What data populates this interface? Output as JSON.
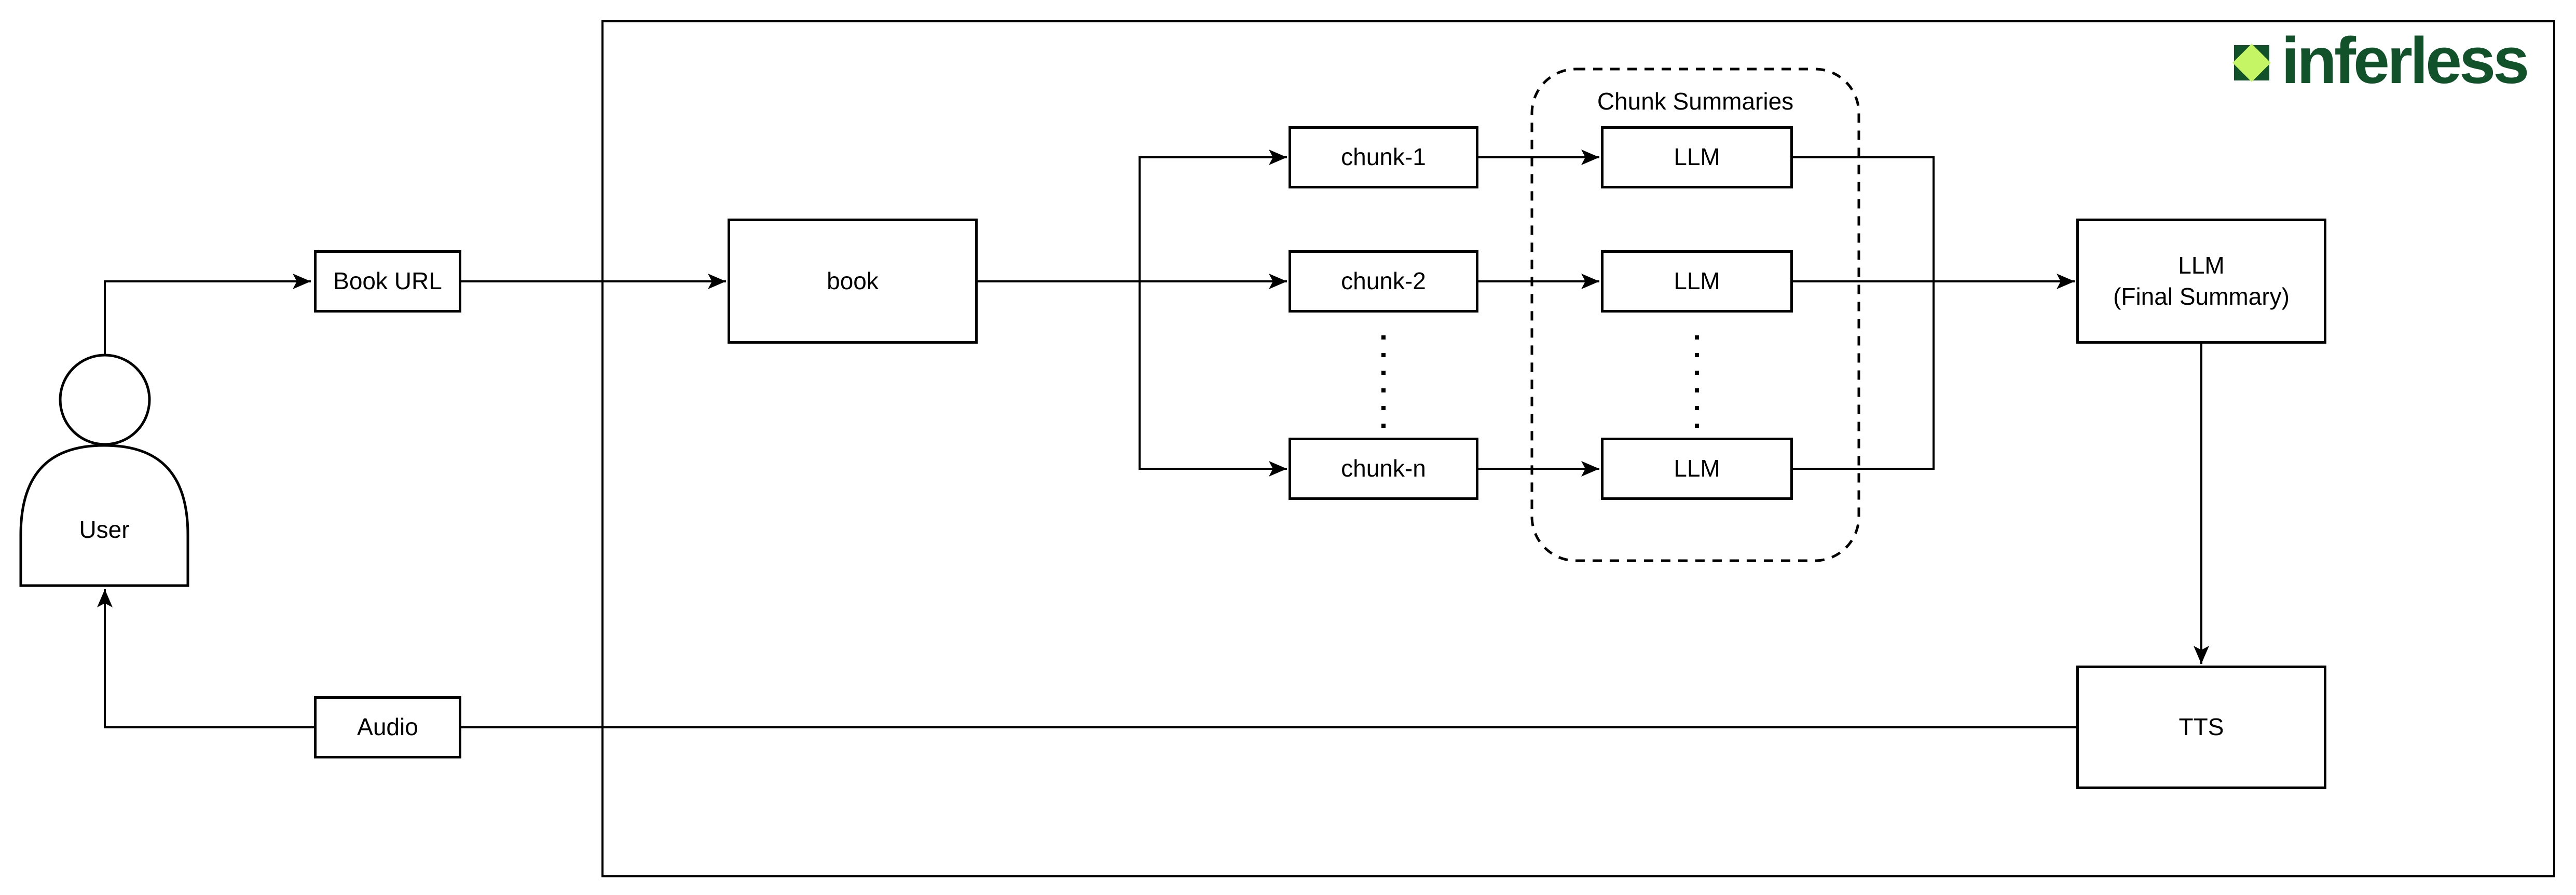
{
  "diagram_type": "flowchart",
  "logo": {
    "text": "inferless",
    "icon": "inferless-diamond-icon",
    "green": "#11522b",
    "lime": "#c5f464"
  },
  "group": {
    "label": "Chunk Summaries"
  },
  "nodes": {
    "user": {
      "label": "User"
    },
    "book_url": {
      "label": "Book URL"
    },
    "book": {
      "label": "book"
    },
    "chunk_1": {
      "label": "chunk-1"
    },
    "chunk_2": {
      "label": "chunk-2"
    },
    "chunk_n": {
      "label": "chunk-n"
    },
    "llm_1": {
      "label": "LLM"
    },
    "llm_2": {
      "label": "LLM"
    },
    "llm_n": {
      "label": "LLM"
    },
    "llm_final": {
      "label": "LLM\n(Final Summary)"
    },
    "tts": {
      "label": "TTS"
    },
    "audio": {
      "label": "Audio"
    }
  },
  "edges": [
    {
      "from": "user",
      "to": "book_url",
      "arrow": true
    },
    {
      "from": "book_url",
      "to": "book",
      "arrow": true
    },
    {
      "from": "book",
      "to": "chunk_1",
      "arrow": true
    },
    {
      "from": "book",
      "to": "chunk_2",
      "arrow": true
    },
    {
      "from": "book",
      "to": "chunk_n",
      "arrow": true
    },
    {
      "from": "chunk_1",
      "to": "llm_1",
      "arrow": true
    },
    {
      "from": "chunk_2",
      "to": "llm_2",
      "arrow": true
    },
    {
      "from": "chunk_n",
      "to": "llm_n",
      "arrow": true
    },
    {
      "from": "llm_1",
      "to": "llm_final",
      "arrow": false
    },
    {
      "from": "llm_n",
      "to": "llm_final",
      "arrow": false
    },
    {
      "from": "llm_2",
      "to": "llm_final",
      "arrow": true
    },
    {
      "from": "llm_final",
      "to": "tts",
      "arrow": true
    },
    {
      "from": "tts",
      "to": "audio",
      "arrow": false
    },
    {
      "from": "audio",
      "to": "user",
      "arrow": true
    }
  ],
  "colors": {
    "stroke": "#000000",
    "background": "#ffffff"
  }
}
